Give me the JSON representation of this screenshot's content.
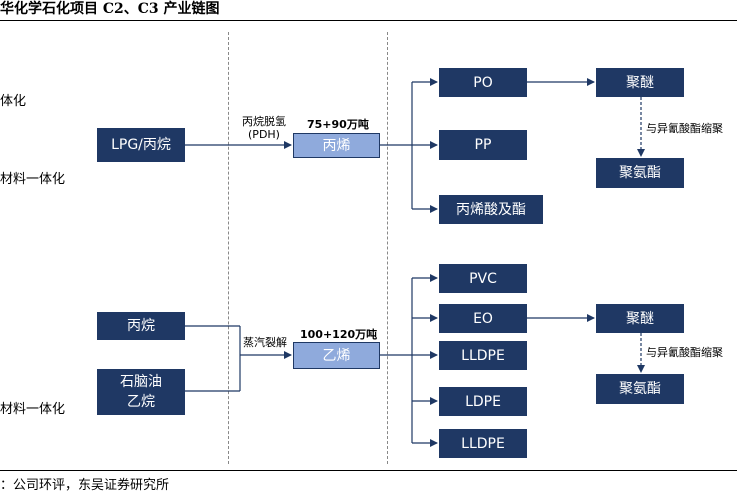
{
  "title": "华化学石化项目 C2、C3 产业链图",
  "side_labels": [
    "体化",
    "材料一体化",
    "材料一体化"
  ],
  "sources": {
    "lpg": "LPG/丙烷",
    "propane": "丙烷",
    "naphtha": "石脑油\n乙烷"
  },
  "processes": {
    "pdh": "丙烷脱氢\n(PDH)",
    "cracking": "蒸汽裂解",
    "isocyanate_1": "与异氰酸酯缩聚",
    "isocyanate_2": "与异氰酸酯缩聚"
  },
  "capacities": {
    "propylene": "75+90万吨",
    "ethylene": "100+120万吨"
  },
  "intermediates": {
    "propylene": "丙烯",
    "ethylene": "乙烯"
  },
  "products": {
    "po": "PO",
    "pp": "PP",
    "acrylic": "丙烯酸及酯",
    "polyether_1": "聚醚",
    "polyurethane_1": "聚氨酯",
    "pvc": "PVC",
    "eo": "EO",
    "lldpe_1": "LLDPE",
    "ldpe": "LDPE",
    "lldpe_2": "LLDPE",
    "polyether_2": "聚醚",
    "polyurethane_2": "聚氨酯"
  },
  "source_note": "：公司环评，东吴证券研究所",
  "colors": {
    "dark_box": "#1f3864",
    "light_box": "#8faadc",
    "line": "#1f3864"
  }
}
